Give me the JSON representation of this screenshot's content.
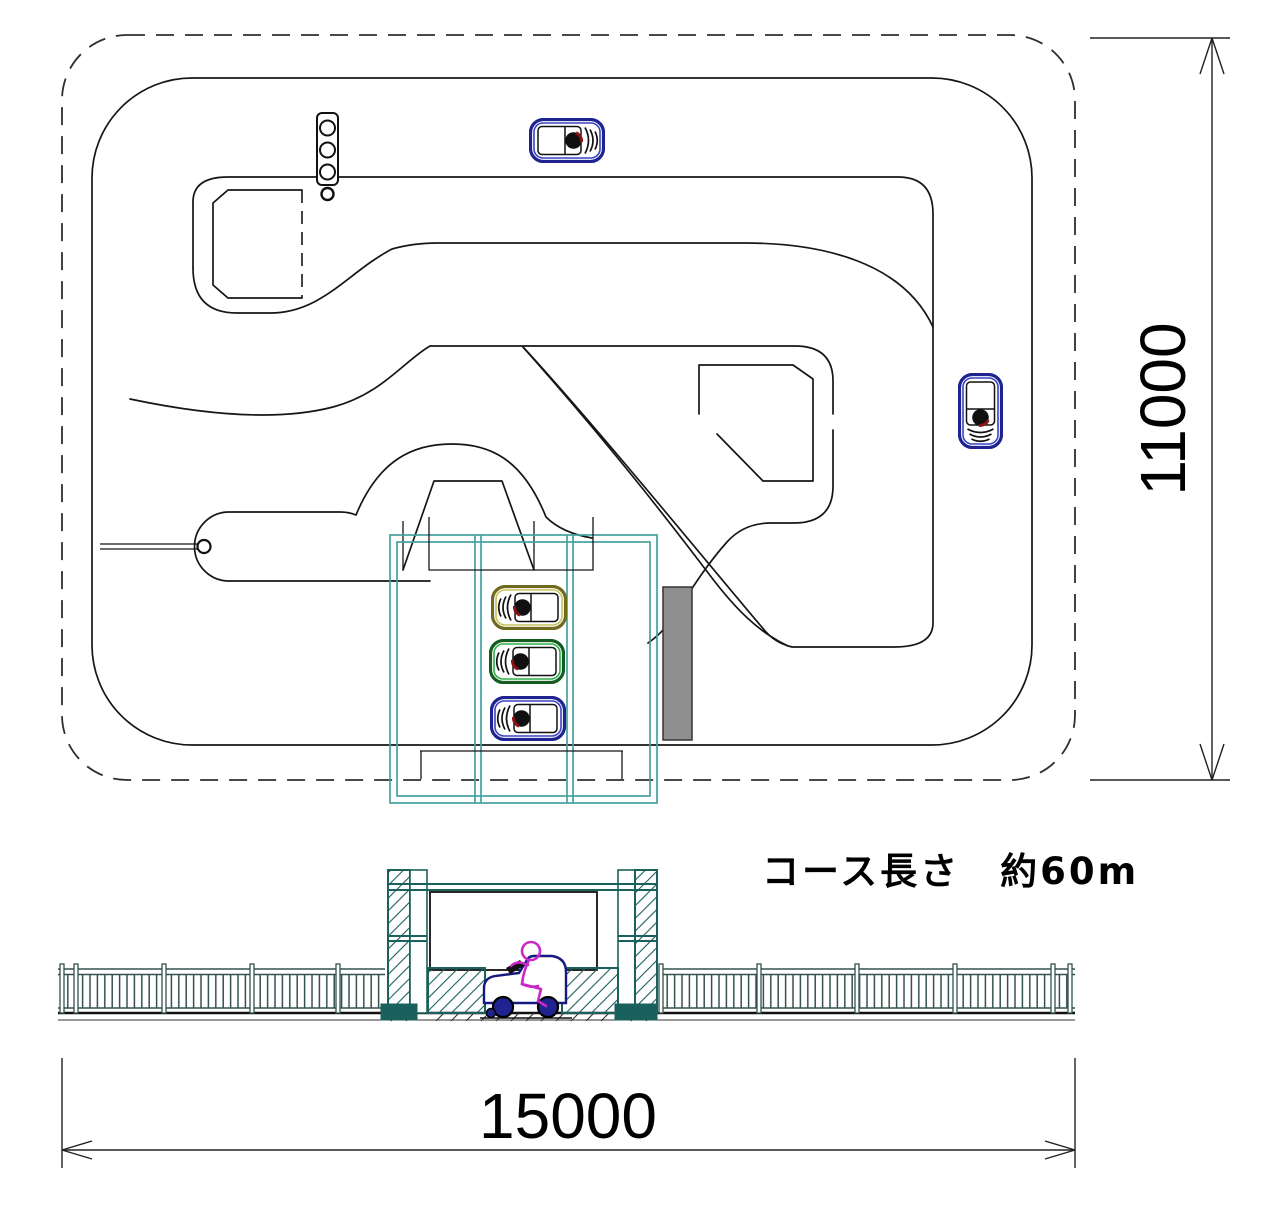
{
  "labels": {
    "width_dimension": "15000",
    "height_dimension": "11000",
    "course_length": "コース長さ　約60m"
  },
  "colors": {
    "teal-light": "#45A0A0",
    "teal-dark": "#1A605C",
    "navy": "#1E2390",
    "navy-in": "#3A44C4",
    "olive": "#6F6A1D",
    "olive-in": "#C9C25A",
    "green": "#145C20",
    "green-in": "#2FAE4A",
    "magenta": "#C928C9",
    "helmet-red": "#8A1313",
    "gray-block": "#8F8F8F",
    "line": "#161616",
    "fence": "#33514E"
  },
  "objects": {
    "plan_karts": [
      {
        "color": "blue",
        "location": "top-straight",
        "heading": "right"
      },
      {
        "color": "blue",
        "location": "right-straight",
        "heading": "down"
      },
      {
        "color": "yellow",
        "location": "pit-garage",
        "heading": "left"
      },
      {
        "color": "green",
        "location": "pit-garage",
        "heading": "left"
      },
      {
        "color": "blue",
        "location": "pit-garage",
        "heading": "left"
      }
    ],
    "features": [
      "traffic-signal",
      "start-rope",
      "chicane-islands",
      "pit-garage",
      "gray-barrier",
      "bridge-hill",
      "boundary-fence",
      "entrance-gate",
      "kart-with-rider-elevation"
    ]
  }
}
